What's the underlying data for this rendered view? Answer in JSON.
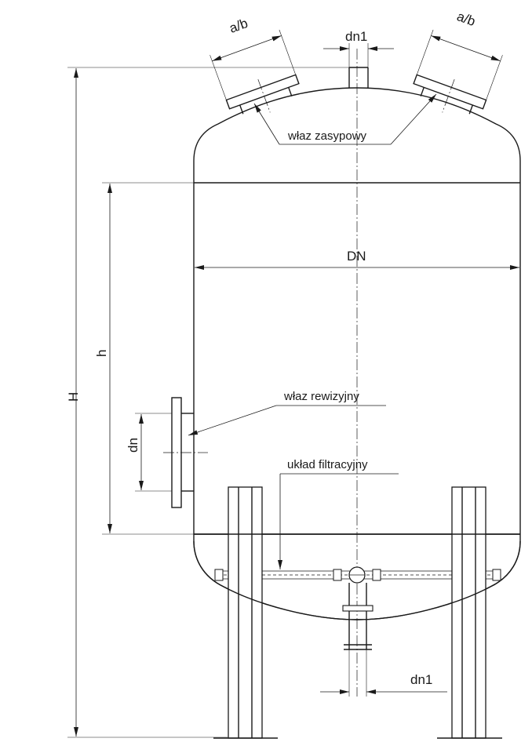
{
  "labels": {
    "manhole_left_dim": "a/b",
    "manhole_right_dim": "a/b",
    "top_nozzle_dim": "dn1",
    "filling_manhole": "właz zasypowy",
    "diameter": "DN",
    "cylinder_height": "h",
    "total_height": "H",
    "inspection_manhole": "właz rewizyjny",
    "inspection_dim": "dn",
    "filtration_system": "układ filtracyjny",
    "bottom_nozzle_dim": "dn1"
  },
  "line_color": "#1a1a1a",
  "background": "#ffffff"
}
